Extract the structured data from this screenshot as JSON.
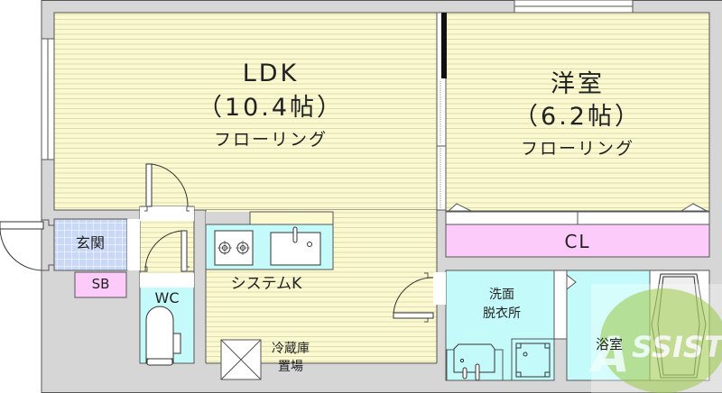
{
  "floorplan": {
    "rooms": [
      {
        "id": "ldk",
        "name": "LDK",
        "size": "（10.4帖）",
        "floor": "フローリング"
      },
      {
        "id": "western",
        "name": "洋室",
        "size": "（6.2帖）",
        "floor": "フローリング"
      },
      {
        "id": "closet",
        "name": "CL"
      },
      {
        "id": "entrance",
        "name": "玄関"
      },
      {
        "id": "shoebox",
        "name": "SB"
      },
      {
        "id": "toilet",
        "name": "WC"
      },
      {
        "id": "kitchen",
        "name": "システムK"
      },
      {
        "id": "fridge",
        "name": "冷蔵庫",
        "name2": "置場"
      },
      {
        "id": "washroom",
        "name": "洗面",
        "name2": "脱衣所"
      },
      {
        "id": "bathroom",
        "name": "浴室"
      }
    ],
    "watermark": "ASSIST",
    "colors": {
      "wall": "#d6d6d6",
      "flooring": "#fbf9cf",
      "flooring_line": "#dedcb0",
      "wet_area": "#c4fafa",
      "storage": "#fccbfa",
      "entrance_tile": "#c8d7f5",
      "outline": "#333333",
      "watermark_green": "#8cc43c",
      "watermark_red": "#c8202a"
    }
  }
}
